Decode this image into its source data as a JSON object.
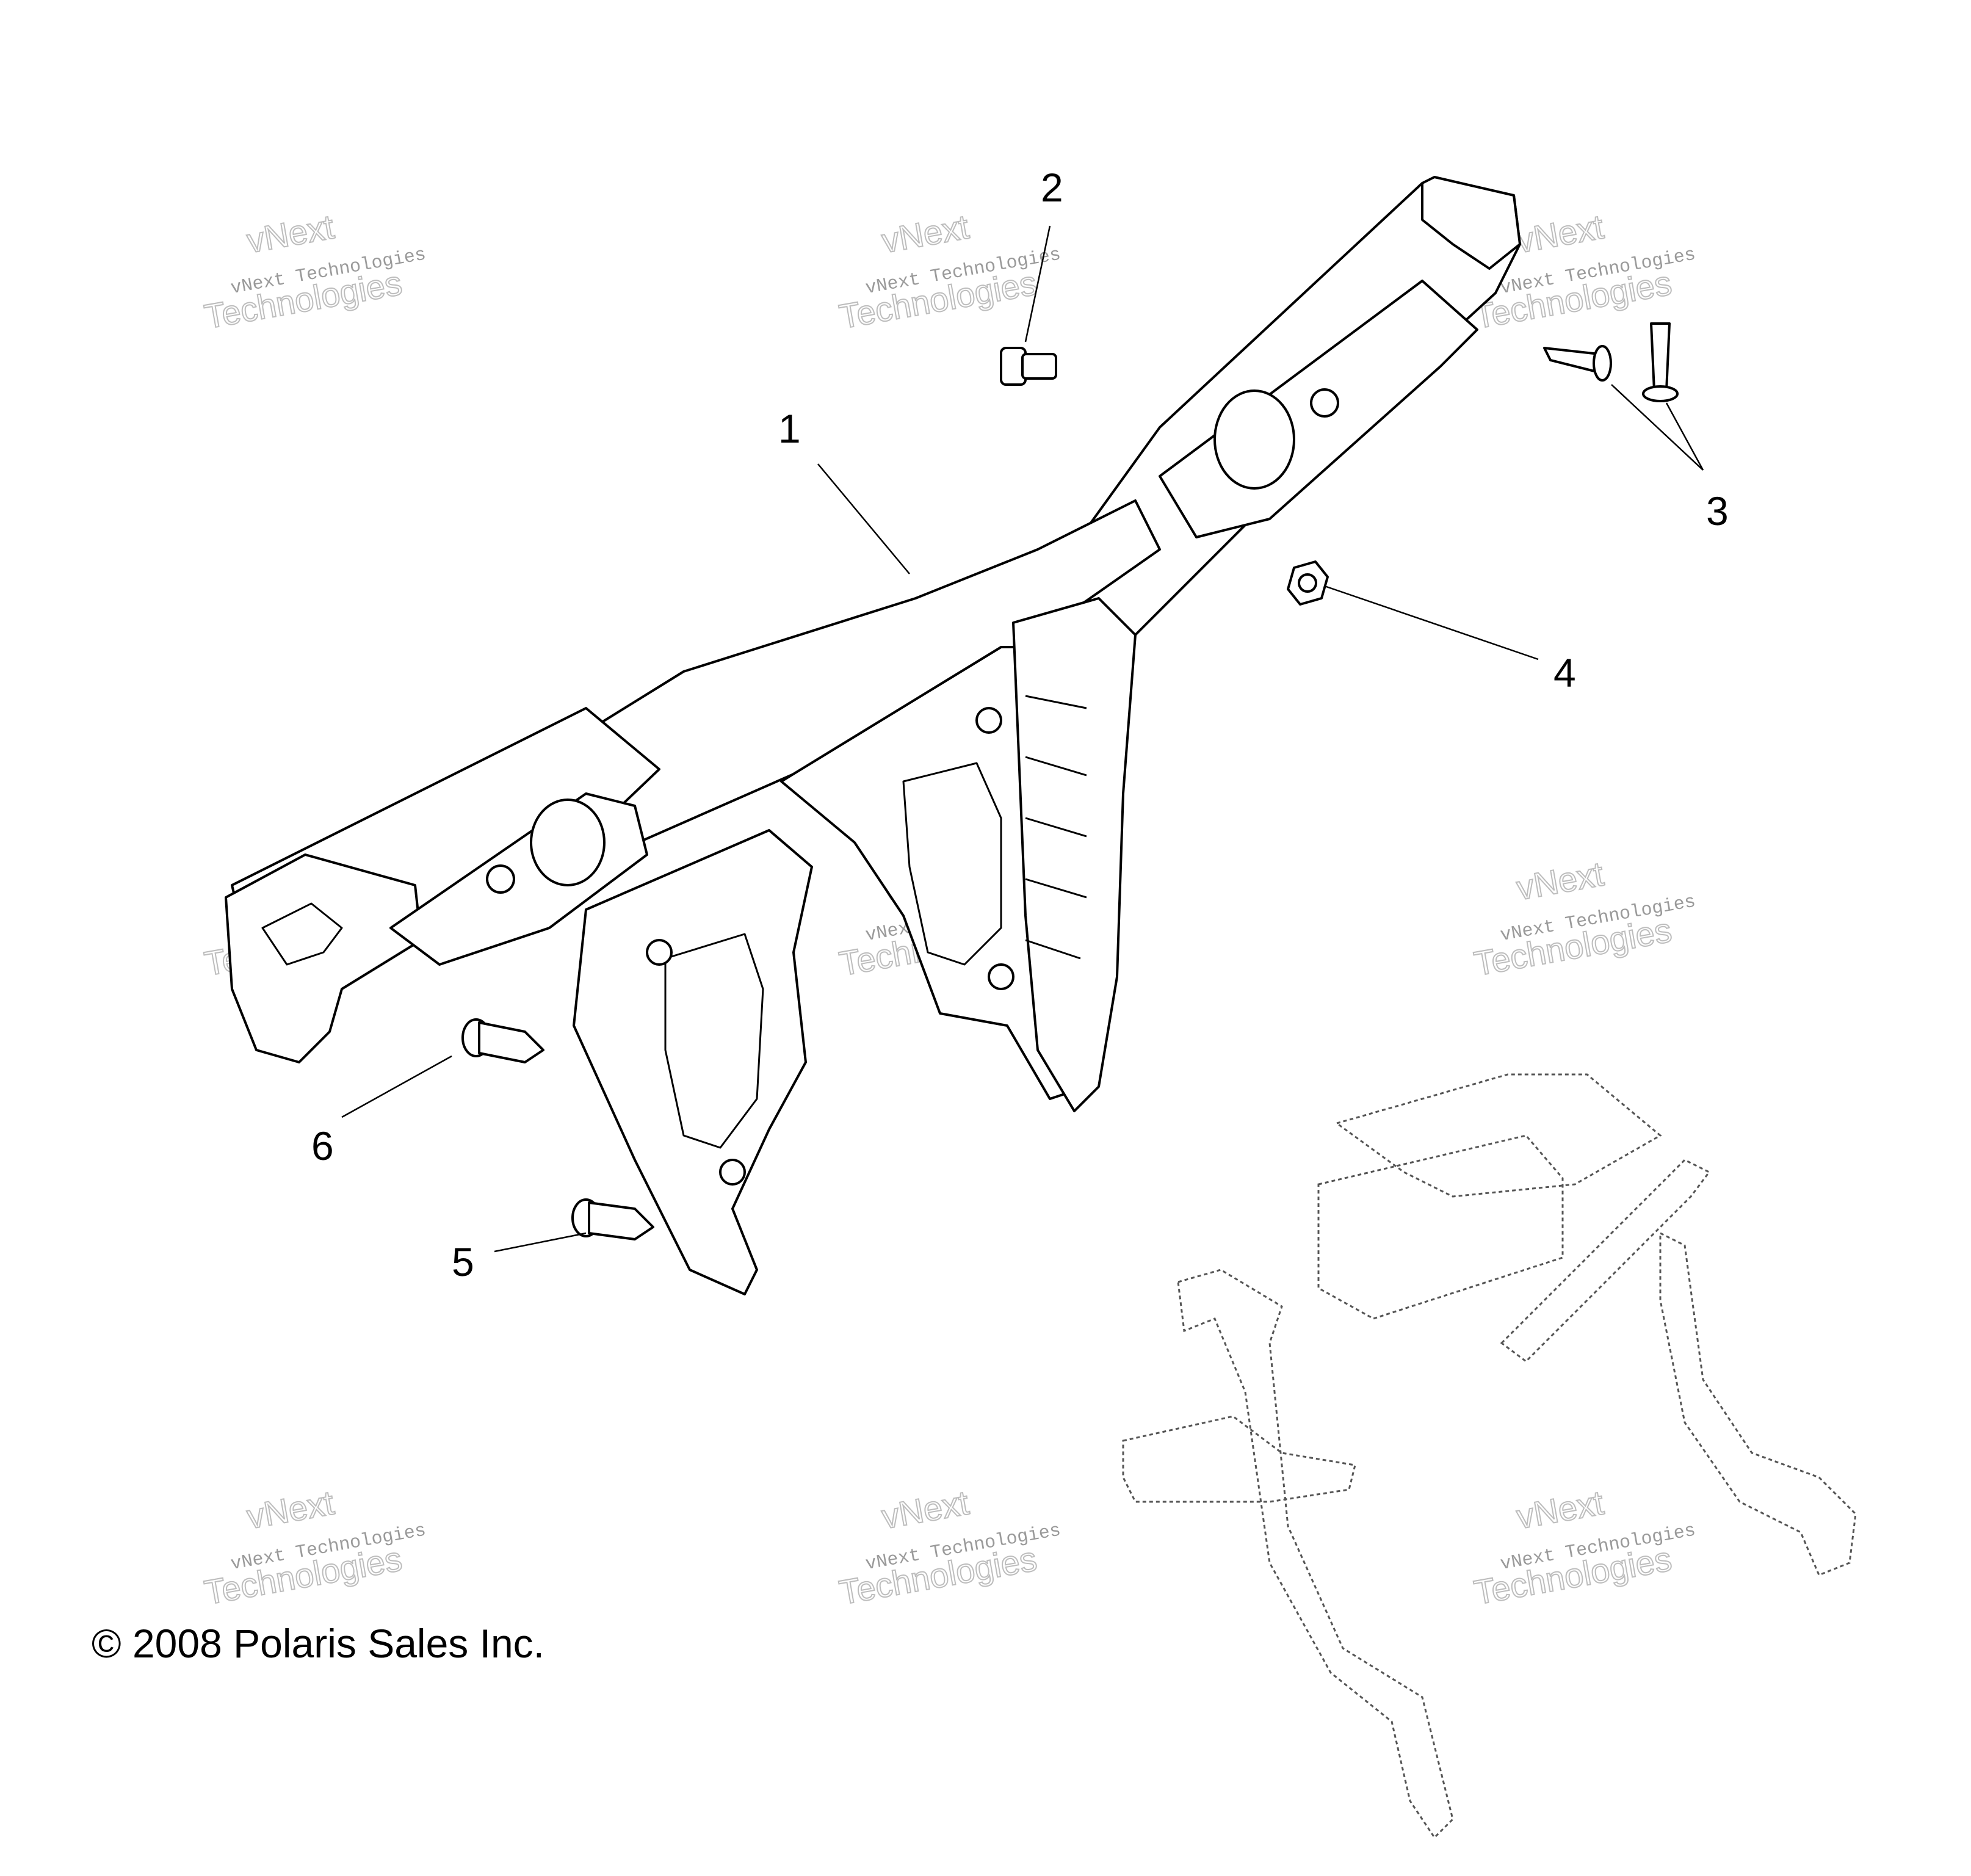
{
  "callouts": [
    {
      "label": "1"
    },
    {
      "label": "2"
    },
    {
      "label": "3"
    },
    {
      "label": "4"
    },
    {
      "label": "5"
    },
    {
      "label": "6"
    }
  ],
  "watermark": {
    "line1": "vNext",
    "line2": "vNext Technologies",
    "line3": "Technologies"
  },
  "copyright": "© 2008 Polaris Sales Inc."
}
